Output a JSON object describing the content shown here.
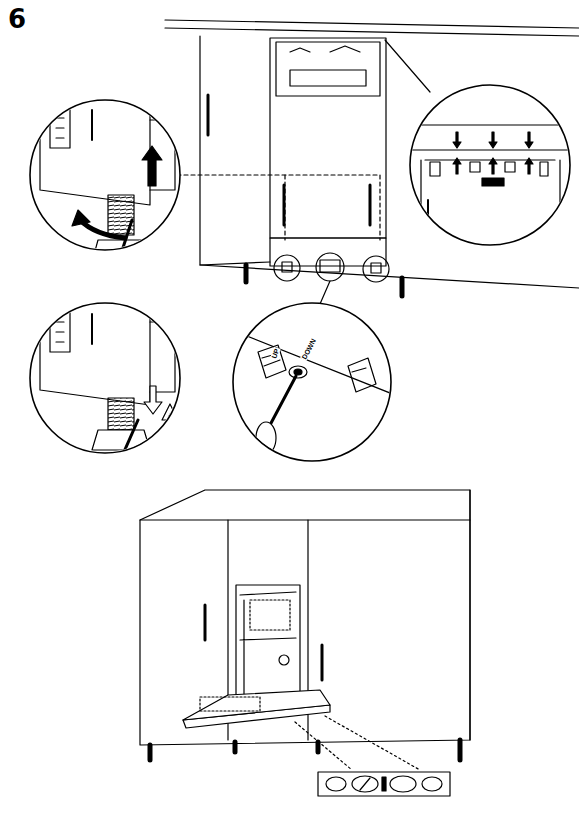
{
  "diagram": {
    "labels": [
      "6",
      "UP",
      "DOWN"
    ]
  }
}
